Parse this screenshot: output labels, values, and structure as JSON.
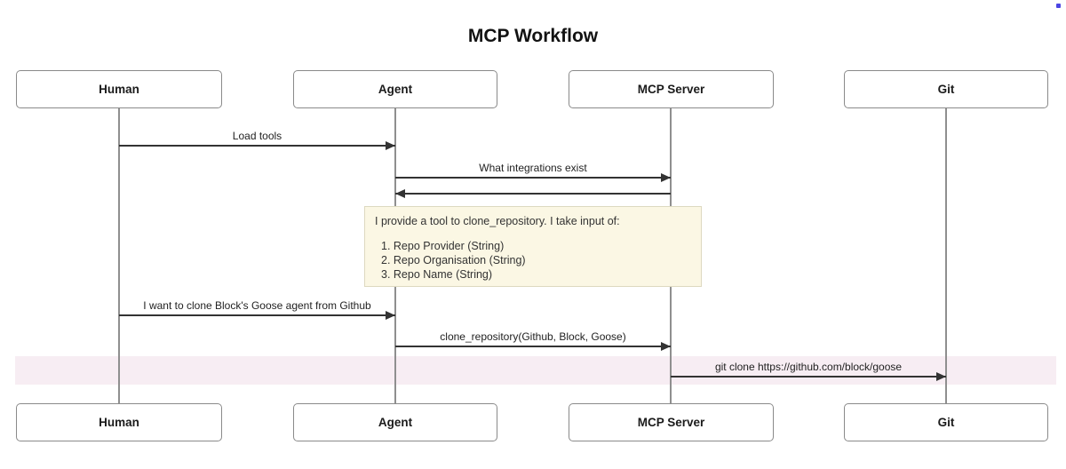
{
  "title": "MCP Workflow",
  "actors": [
    {
      "id": "human",
      "label": "Human"
    },
    {
      "id": "agent",
      "label": "Agent"
    },
    {
      "id": "mcp-server",
      "label": "MCP Server"
    },
    {
      "id": "git",
      "label": "Git"
    }
  ],
  "messages": [
    {
      "from": "Human",
      "to": "Agent",
      "label": "Load tools"
    },
    {
      "from": "Agent",
      "to": "MCP Server",
      "label": "What integrations exist"
    },
    {
      "from": "MCP Server",
      "to": "Agent",
      "label": ""
    },
    {
      "from": "Human",
      "to": "Agent",
      "label": "I want to clone Block's Goose agent from Github"
    },
    {
      "from": "Agent",
      "to": "MCP Server",
      "label": "clone_repository(Github, Block, Goose)"
    },
    {
      "from": "MCP Server",
      "to": "Git",
      "label": "git clone https://github.com/block/goose",
      "highlighted": true
    }
  ],
  "note": {
    "attached_to": "MCP Server",
    "intro": "I provide a tool to clone_repository. I take input of:",
    "items": [
      "1. Repo Provider (String)",
      "2. Repo Organisation (String)",
      "3. Repo Name (String)"
    ]
  },
  "colors": {
    "highlight_band": "#f7edf3",
    "note_fill": "#fbf7e4",
    "note_border": "#ddd9c0",
    "arrow": "#333333",
    "lifeline": "#8f8f8f",
    "actor_border": "#8a8a8a",
    "corner_dot": "#4b45e3"
  }
}
